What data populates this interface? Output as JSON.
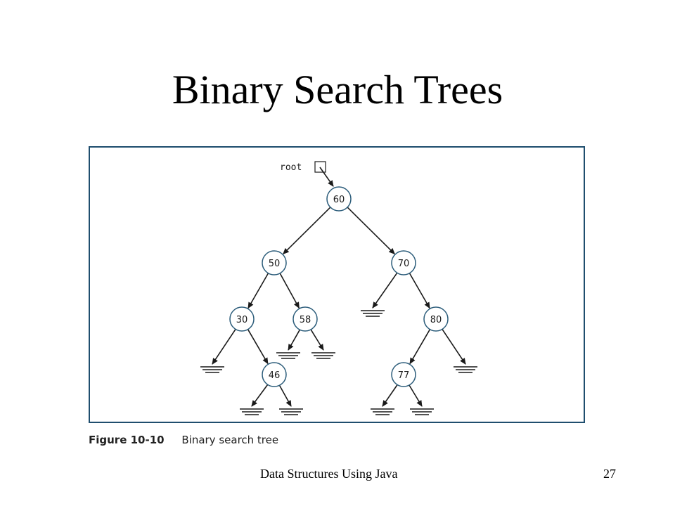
{
  "slide": {
    "title": "Binary Search Trees",
    "footer": "Data Structures Using Java",
    "page_number": "27"
  },
  "figure": {
    "root_label": "root",
    "caption_number": "Figure 10-10",
    "caption_text": "Binary search tree",
    "colors": {
      "frame": "#1f4e6e",
      "node_stroke": "#2b5c7a",
      "edge": "#1a1a1a"
    },
    "tree": {
      "nodes": [
        "60",
        "50",
        "70",
        "30",
        "58",
        "80",
        "46",
        "77"
      ],
      "edges": [
        [
          "60",
          "50"
        ],
        [
          "60",
          "70"
        ],
        [
          "50",
          "30"
        ],
        [
          "50",
          "58"
        ],
        [
          "70",
          "null"
        ],
        [
          "70",
          "80"
        ],
        [
          "30",
          "null"
        ],
        [
          "30",
          "46"
        ],
        [
          "58",
          "null"
        ],
        [
          "58",
          "null"
        ],
        [
          "80",
          "77"
        ],
        [
          "80",
          "null"
        ],
        [
          "46",
          "null"
        ],
        [
          "46",
          "null"
        ],
        [
          "77",
          "null"
        ],
        [
          "77",
          "null"
        ]
      ]
    }
  }
}
